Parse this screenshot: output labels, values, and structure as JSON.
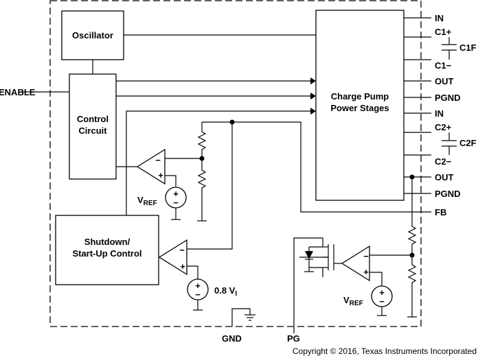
{
  "blocks": {
    "oscillator": "Oscillator",
    "control_line1": "Control",
    "control_line2": "Circuit",
    "charge_pump_line1": "Charge Pump",
    "charge_pump_line2": "Power Stages",
    "shutdown_line1": "Shutdown/",
    "shutdown_line2": "Start-Up Control"
  },
  "pins": {
    "in1": "IN",
    "c1p": "C1+",
    "c1f": "C1F",
    "c1m": "C1−",
    "out1": "OUT",
    "pgnd1": "PGND",
    "in2": "IN",
    "c2p": "C2+",
    "c2f": "C2F",
    "c2m": "C2−",
    "out2": "OUT",
    "pgnd2": "PGND",
    "fb": "FB",
    "enable": "ENABLE",
    "gnd": "GND",
    "pg": "PG"
  },
  "sources": {
    "vref1_main": "V",
    "vref1_sub": "REF",
    "vref2_main": "V",
    "vref2_sub": "REF",
    "vi_main": "0.8 V",
    "vi_sub": "I"
  },
  "amp_signs": {
    "minus": "−",
    "plus": "+"
  },
  "copyright": "Copyright © 2016, Texas Instruments Incorporated"
}
